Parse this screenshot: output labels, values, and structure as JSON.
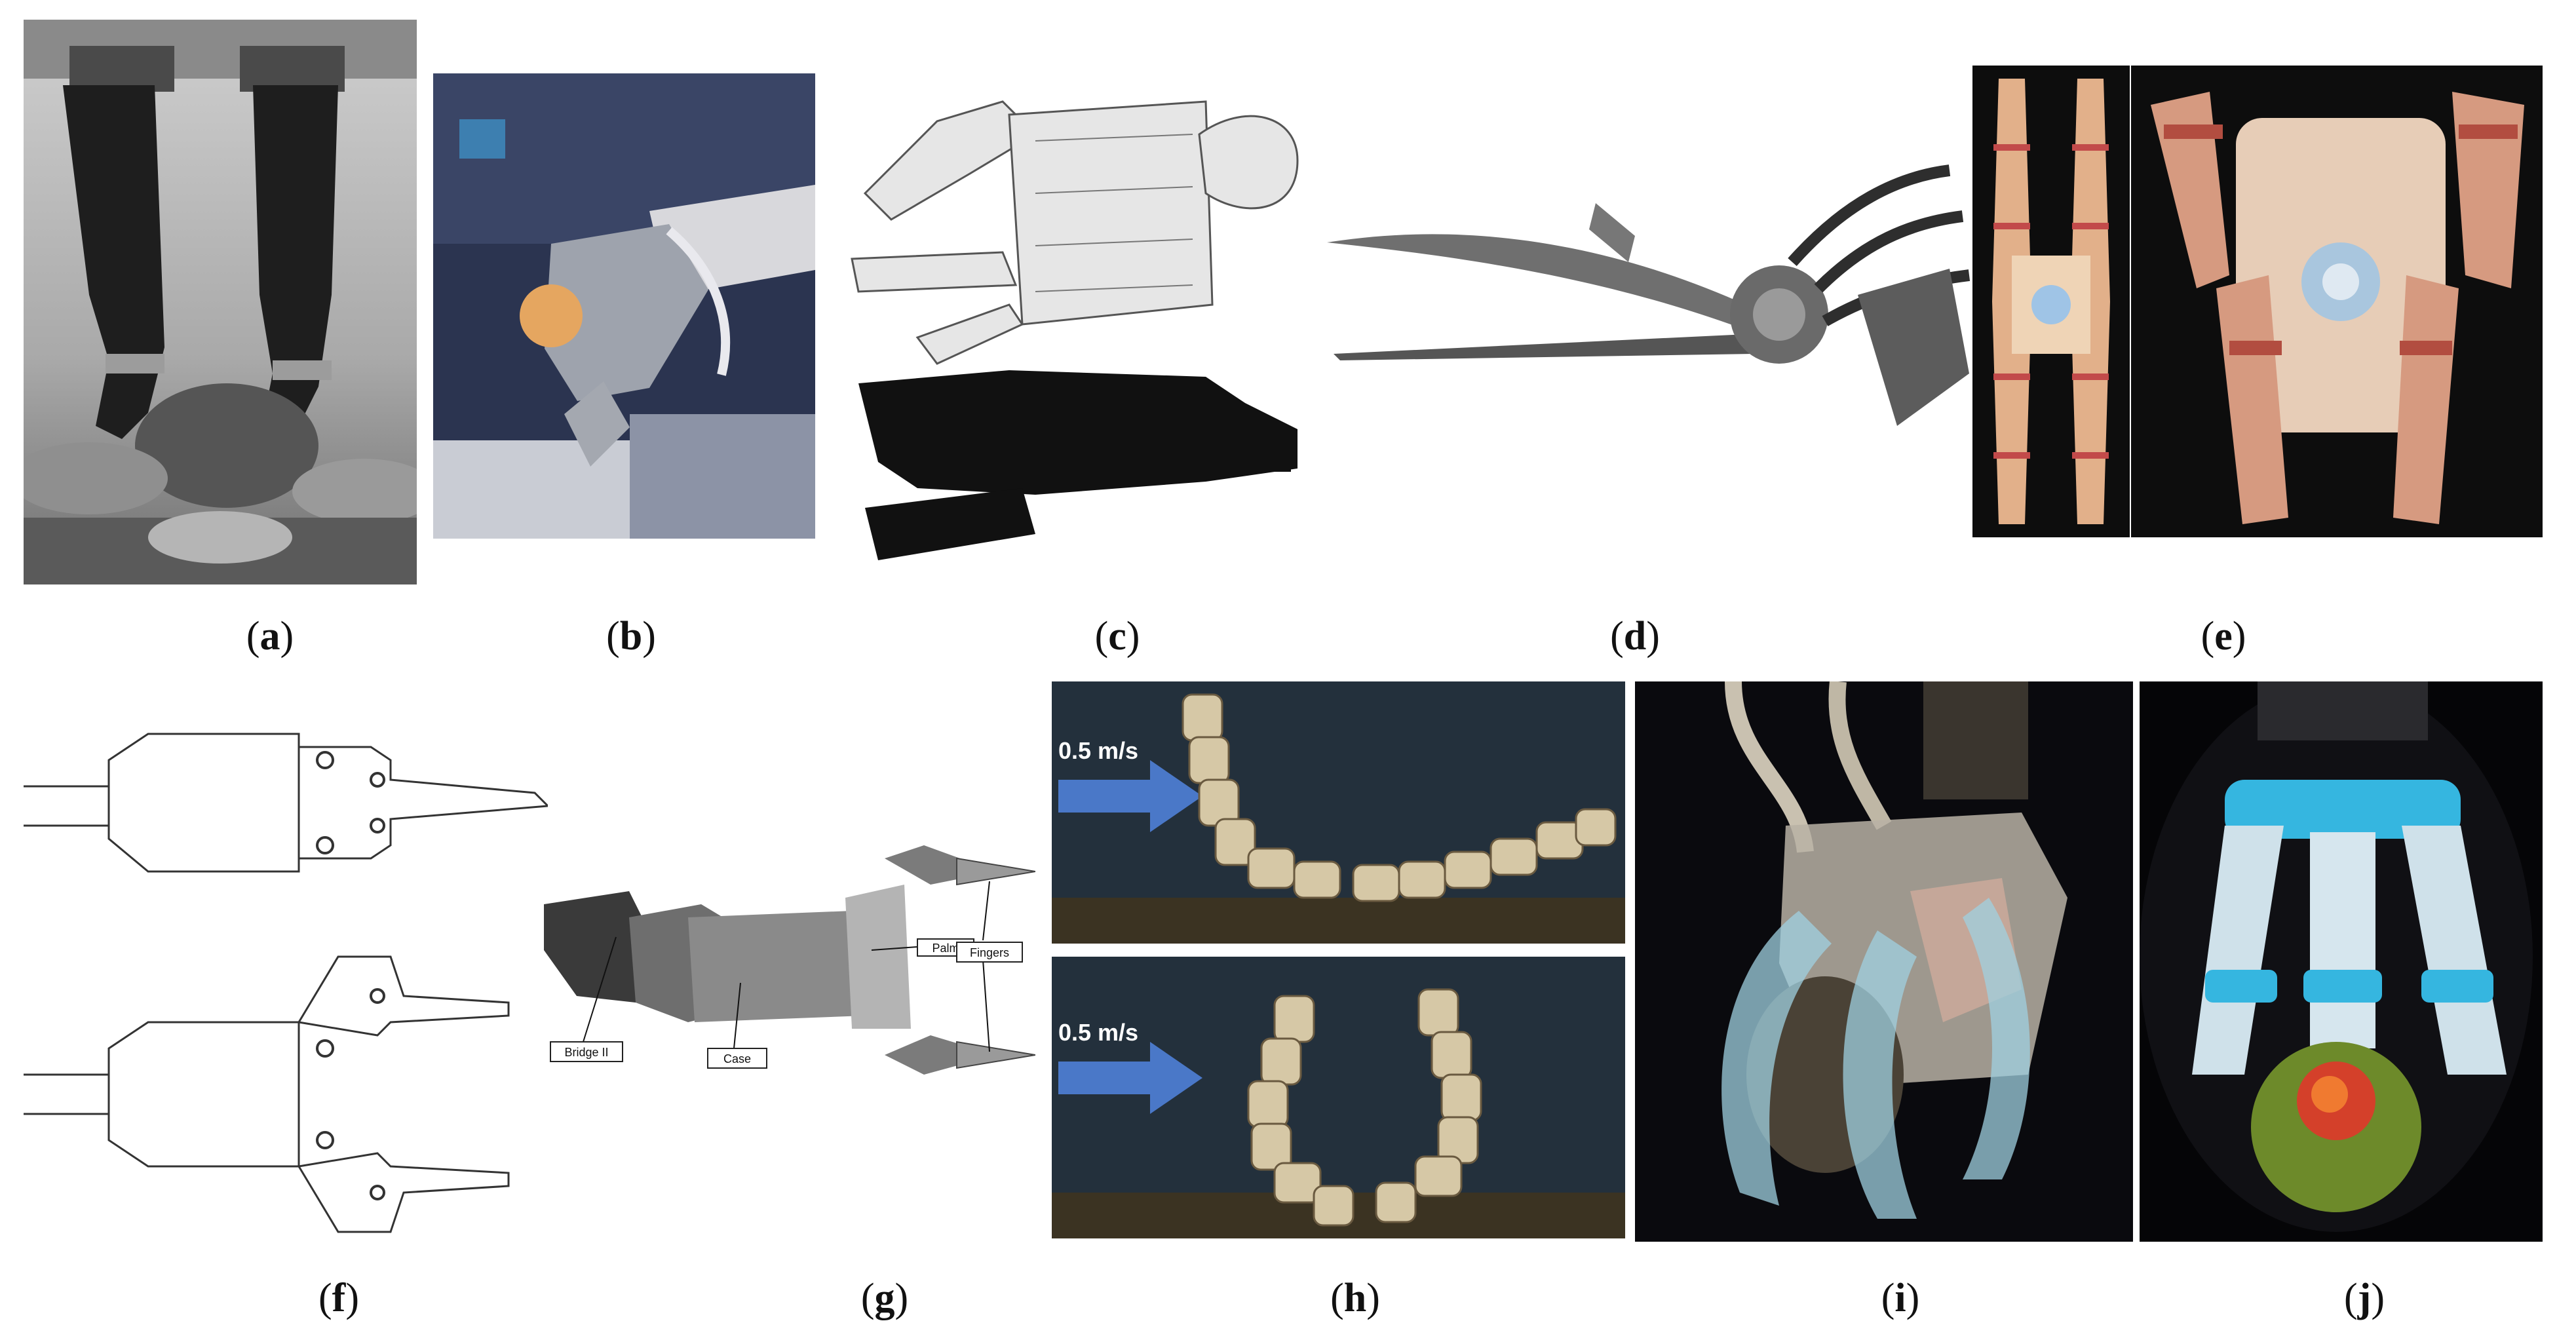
{
  "figure": {
    "captions": [
      {
        "id": "a",
        "open": "(",
        "letter": "a",
        "close": ")"
      },
      {
        "id": "b",
        "open": "(",
        "letter": "b",
        "close": ")"
      },
      {
        "id": "c",
        "open": "(",
        "letter": "c",
        "close": ")"
      },
      {
        "id": "d",
        "open": "(",
        "letter": "d",
        "close": ")"
      },
      {
        "id": "e",
        "open": "(",
        "letter": "e",
        "close": ")"
      },
      {
        "id": "f",
        "open": "(",
        "letter": "f",
        "close": ")"
      },
      {
        "id": "g",
        "open": "(",
        "letter": "g",
        "close": ")"
      },
      {
        "id": "h",
        "open": "(",
        "letter": "h",
        "close": ")"
      },
      {
        "id": "i",
        "open": "(",
        "letter": "i",
        "close": ")"
      },
      {
        "id": "j",
        "open": "(",
        "letter": "j",
        "close": ")"
      }
    ],
    "panel_g_labels": {
      "palm": "Palm",
      "fingers": "Fingers",
      "bridge": "Bridge II",
      "case": "Case"
    },
    "panel_h_labels": {
      "speed_top": "0.5 m/s",
      "speed_bottom": "0.5 m/s"
    },
    "colors": {
      "background": "#ffffff",
      "caption_text": "#111111",
      "flow_arrow": "#4a78c8",
      "soft_blue": "#35b6e0",
      "dark_bg": "#0a0a0e"
    }
  }
}
